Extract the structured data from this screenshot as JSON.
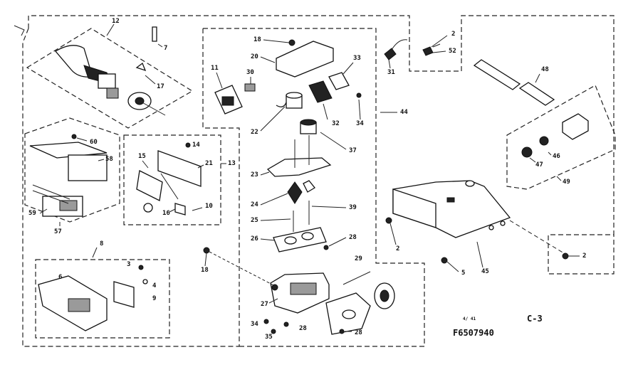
{
  "callouts": {
    "c12": "12",
    "c7": "7",
    "c17": "17",
    "c60": "60",
    "c58": "58",
    "c59": "59",
    "c57": "57",
    "c14": "14",
    "c15": "15",
    "c21": "21",
    "c13": "13",
    "c16": "16",
    "c10": "10",
    "c8": "8",
    "c3": "3",
    "c6": "6",
    "c4": "4",
    "c9": "9",
    "c18a": "18",
    "c20": "20",
    "c30": "30",
    "c11": "11",
    "c33": "33",
    "c22": "22",
    "c32": "32",
    "c34a": "34",
    "c44": "44",
    "c37": "37",
    "c23": "23",
    "c24": "24",
    "c39": "39",
    "c25": "25",
    "c26": "26",
    "c28a": "28",
    "c18b": "18",
    "c29": "29",
    "c27": "27",
    "c34b": "34",
    "c35": "35",
    "c28b": "28",
    "c28c": "28",
    "c31": "31",
    "c2a": "2",
    "c52": "52",
    "c48": "48",
    "c46": "46",
    "c47": "47",
    "c49": "49",
    "c2b": "2",
    "c5": "5",
    "c45": "45",
    "c2c": "2"
  },
  "page_code": "C-3",
  "part_number": "F6507940",
  "small_mark": "4/ 41"
}
